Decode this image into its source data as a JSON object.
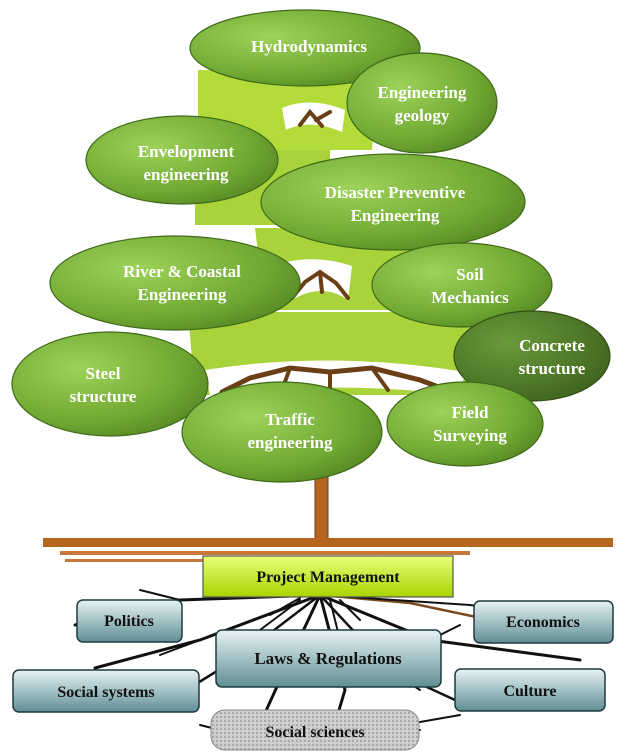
{
  "diagram": {
    "tree_leaves": [
      {
        "lines": [
          "Hydrodynamics"
        ]
      },
      {
        "lines": [
          "Engineering",
          "geology"
        ]
      },
      {
        "lines": [
          "Envelopment",
          "engineering"
        ]
      },
      {
        "lines": [
          "Disaster Preventive",
          "Engineering"
        ]
      },
      {
        "lines": [
          "River & Coastal",
          "Engineering"
        ]
      },
      {
        "lines": [
          "Soil",
          "Mechanics"
        ]
      },
      {
        "lines": [
          "Concrete",
          "structure"
        ]
      },
      {
        "lines": [
          "Steel",
          "structure"
        ]
      },
      {
        "lines": [
          "Traffic",
          "engineering"
        ]
      },
      {
        "lines": [
          "Field",
          "Surveying"
        ]
      }
    ],
    "root_boxes": [
      {
        "label": "Project Management"
      },
      {
        "label": "Politics"
      },
      {
        "label": "Economics"
      },
      {
        "label": "Laws & Regulations"
      },
      {
        "label": "Social systems"
      },
      {
        "label": "Culture"
      },
      {
        "label": "Social sciences"
      }
    ]
  },
  "colors": {
    "leaf_green": "#7ab83a",
    "leaf_dark": "#4f7f22",
    "canopy_yellow_green": "#9acd32",
    "trunk_brown": "#b5651d",
    "ground_brown": "#b5651d",
    "root_black": "#111111",
    "box_teal": "#7fa8ad",
    "project_box_green": "#c7f000"
  }
}
